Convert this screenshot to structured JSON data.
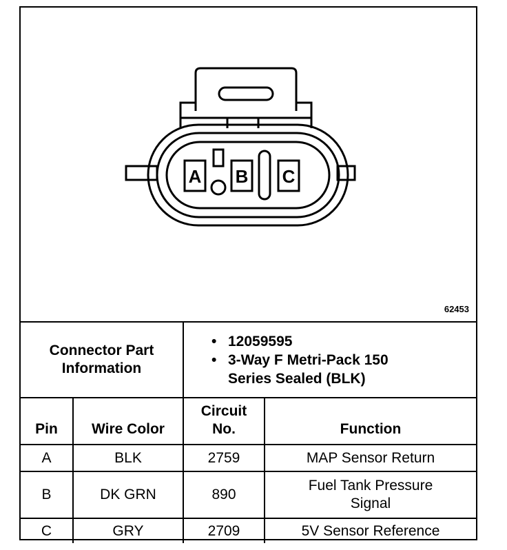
{
  "diagram": {
    "drawing_id": "62453",
    "pins": [
      "A",
      "B",
      "C"
    ]
  },
  "connector_info": {
    "label_line1": "Connector Part",
    "label_line2": "Information",
    "part_number": "12059595",
    "description_line1": "3-Way F Metri-Pack 150",
    "description_line2": "Series Sealed (BLK)"
  },
  "table": {
    "headers": {
      "pin": "Pin",
      "wire_color": "Wire Color",
      "circuit_line1": "Circuit",
      "circuit_line2": "No.",
      "function": "Function"
    },
    "rows": [
      {
        "pin": "A",
        "wire_color": "BLK",
        "circuit": "2759",
        "function_line1": "MAP Sensor Return",
        "function_line2": ""
      },
      {
        "pin": "B",
        "wire_color": "DK GRN",
        "circuit": "890",
        "function_line1": "Fuel Tank Pressure",
        "function_line2": "Signal"
      },
      {
        "pin": "C",
        "wire_color": "GRY",
        "circuit": "2709",
        "function_line1": "5V Sensor Reference",
        "function_line2": ""
      }
    ]
  }
}
